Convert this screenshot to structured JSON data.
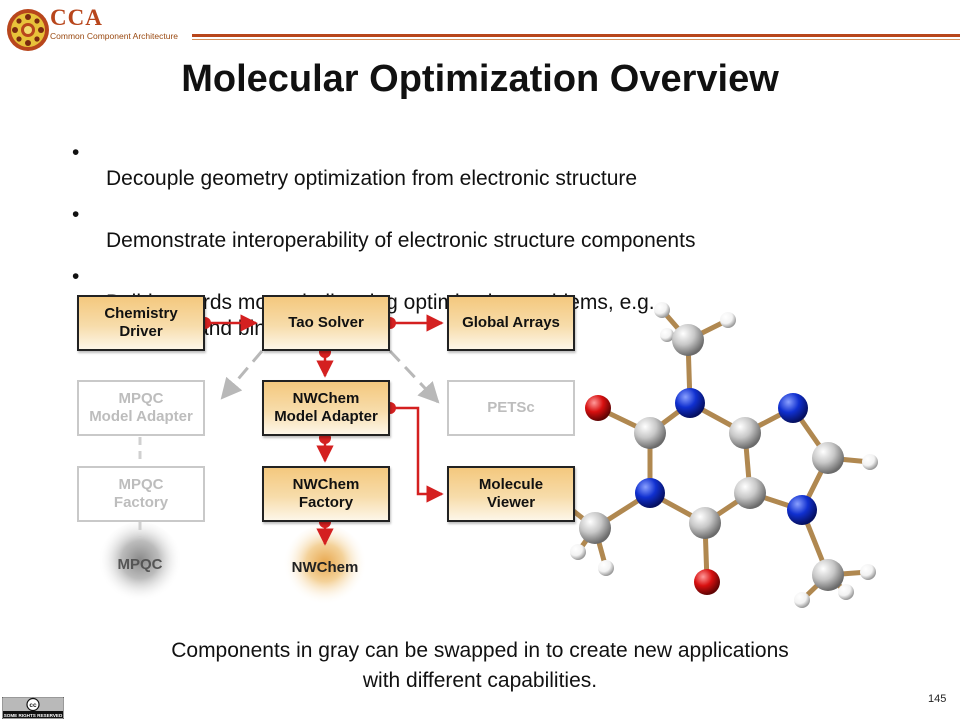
{
  "header": {
    "logo_title": "CCA",
    "logo_subtitle": "Common Component Architecture",
    "slide_title": "Molecular Optimization Overview"
  },
  "bullets": [
    "Decouple geometry optimization from electronic structure",
    "Demonstrate interoperability of electronic structure components",
    "Build towards more challenging optimization problems, e.g.,\nprotein/ligand binding studies"
  ],
  "bullet_glyph": "•",
  "diagram": {
    "boxes": {
      "chemistry_driver": "Chemistry\nDriver",
      "tao_solver": "Tao Solver",
      "global_arrays": "Global Arrays",
      "mpqc_model_adapter": "MPQC\nModel Adapter",
      "nwchem_model_adapter": "NWChem\nModel Adapter",
      "petsc": "PETSc",
      "mpqc_factory": "MPQC\nFactory",
      "nwchem_factory": "NWChem\nFactory",
      "molecule_viewer": "Molecule\nViewer"
    },
    "engines": {
      "mpqc": "MPQC",
      "nwchem": "NWChem"
    },
    "colors": {
      "active_fill_top": "#f4c87e",
      "active_border": "#222222",
      "inactive_border": "#c9c9c9",
      "inactive_text": "#bdbdbd",
      "connector_red": "#d42020",
      "dashed_gray": "#b8b8b8",
      "carbon": "#c8c8c8",
      "nitrogen": "#1030d0",
      "oxygen": "#d81010",
      "hydrogen": "#f2f2f2",
      "bond": "#b08850"
    }
  },
  "caption": "Components in gray can be swapped in to create new applications\nwith different capabilities.",
  "page_number": "145",
  "license_badge": {
    "icon": "creative-commons-icon",
    "text": "SOME RIGHTS RESERVED"
  }
}
